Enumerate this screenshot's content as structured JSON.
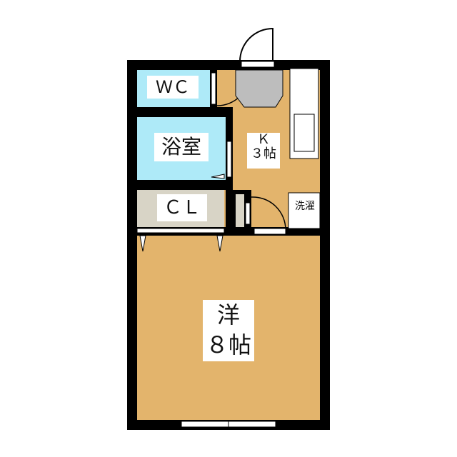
{
  "rooms": {
    "wc": {
      "label": "ＷＣ"
    },
    "bath": {
      "label": "浴室"
    },
    "closet": {
      "label": "ＣＬ"
    },
    "kitchen": {
      "label": "Ｋ",
      "size": "３帖"
    },
    "laundry": {
      "label": "洗濯"
    },
    "western": {
      "label": "洋",
      "size": "８帖"
    }
  },
  "colors": {
    "wall": "#000000",
    "wet": "#aeeaf8",
    "closet": "#d8d4c6",
    "floor": "#e3b46c",
    "entry": "#bdbdbd"
  }
}
